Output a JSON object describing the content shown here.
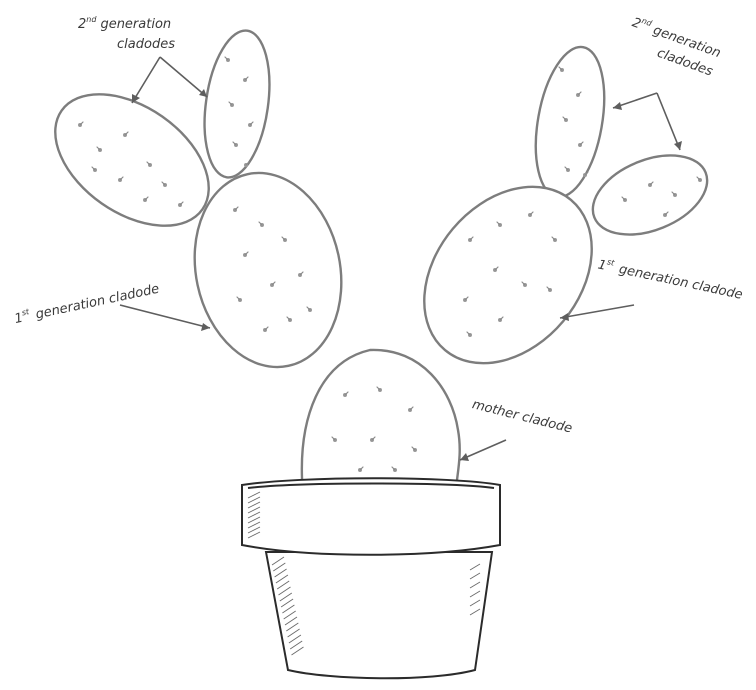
{
  "labels": {
    "gen2_left": {
      "prefix": "2",
      "sup": "nd",
      "word": "generation",
      "line2": "cladodes"
    },
    "gen2_right": {
      "prefix": "2",
      "sup": "nd",
      "word": "generation",
      "line2": "cladodes"
    },
    "gen1_left": {
      "prefix": "1",
      "sup": "st",
      "text": "generation cladode"
    },
    "gen1_right": {
      "prefix": "1",
      "sup": "st",
      "text": "generation cladode"
    },
    "mother": "mother cladode"
  },
  "colors": {
    "outline": "#7d7d7d",
    "pot": "#2b2b2b",
    "label": "#3a3a3a",
    "arrow": "#5e5e5e"
  }
}
